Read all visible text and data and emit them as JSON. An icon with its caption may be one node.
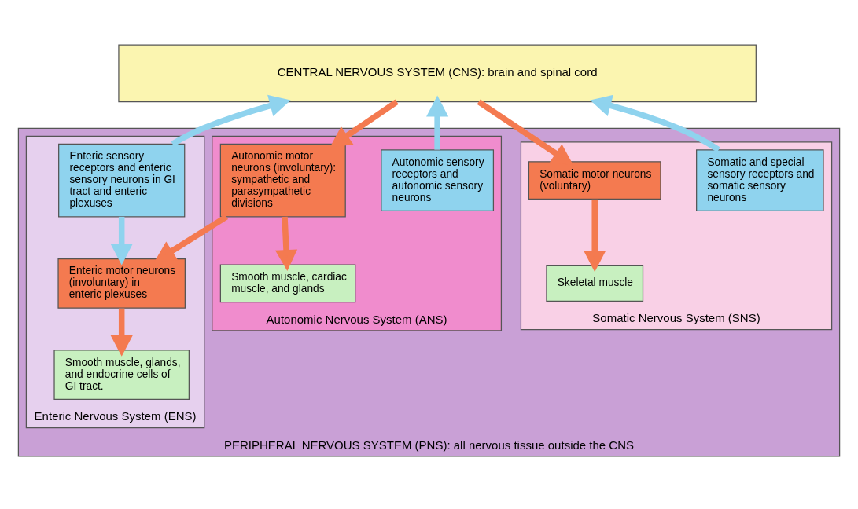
{
  "diagram": {
    "nodes": [
      {
        "text": [
          "CENTRAL NERVOUS SYSTEM (CNS): brain and spinal cord"
        ]
      },
      {
        "text": [
          "PERIPHERAL NERVOUS SYSTEM (PNS): all nervous tissue outside the CNS"
        ]
      },
      {
        "text": [
          "Somatic Nervous System (SNS)"
        ],
        "in": 1
      },
      {
        "text": [
          "Somatic and special sensory receptors and somatic sensory neurons"
        ],
        "in": 2
      },
      {
        "text": [
          "Somatic motor neurons (voluntary)"
        ],
        "in": 2
      },
      {
        "text": [
          "Skeletal muscle"
        ],
        "in": 2
      },
      {
        "text": [
          "Autonomic Nervous System (ANS)"
        ],
        "in": 1
      },
      {
        "text": [
          "Autonomic sensory receptors and autonomic sensory neurons"
        ],
        "in": 6
      },
      {
        "text": [
          "Autonomic motor neurons (involuntary): sympathetic and parasympathetic divisions"
        ],
        "in": 6
      },
      {
        "text": [
          "Smooth muscle, cardiac muscle, and glands"
        ],
        "in": 6
      },
      {
        "text": [
          "Enteric Nervous System (ENS)"
        ],
        "in": 1
      },
      {
        "text": [
          "Enteric motor neurons (involuntary) in enteric plexuses"
        ],
        "in": 10
      },
      {
        "text": [
          "Enteric sensory receptors and enteric sensory neurons in GI tract and enteric plexuses"
        ],
        "in": 10
      },
      {
        "text": [
          "Smooth muscle, glands, and endocrine cells of GI tract."
        ],
        "in": 10
      }
    ],
    "edges": [
      {
        "from": 3,
        "to": 0,
        "arrow": "to",
        "color": "#8fd3ee"
      },
      {
        "from": 0,
        "to": 4,
        "arrow": "to"
      },
      {
        "from": 4,
        "to": 5,
        "arrow": "to"
      },
      {
        "from": 7,
        "to": 0,
        "arrow": "to",
        "color": "#8fd3ee"
      },
      {
        "from": 0,
        "to": 8,
        "arrow": "to"
      },
      {
        "from": 8,
        "to": 9,
        "arrow": "to"
      },
      {
        "from": 8,
        "to": 11,
        "arrow": "to"
      },
      {
        "from": 12,
        "to": 11,
        "arrow": "to",
        "color": "#8fd3ee"
      },
      {
        "from": 11,
        "to": 13,
        "arrow": "to"
      },
      {
        "from": 12,
        "to": 0,
        "arrow": "to",
        "color": "#8fd3ee"
      }
    ]
  }
}
